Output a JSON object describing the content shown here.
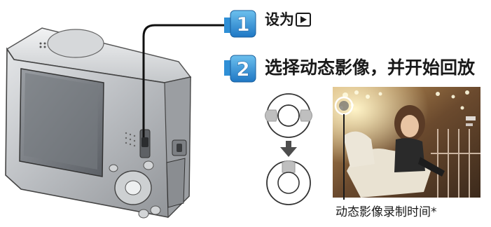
{
  "steps": [
    {
      "number": "1",
      "text": "设为"
    },
    {
      "number": "2",
      "text": "选择动态影像，并开始回放"
    }
  ],
  "playback_icon": "play-mode-icon",
  "screen_caption": "动态影像录制时间*",
  "colors": {
    "badge_blue": "#2f8fd6",
    "badge_light": "#dff0fb",
    "step_bar": "#2f8fd6",
    "camera_body": "#b9bcc0",
    "cable": "#111111"
  }
}
